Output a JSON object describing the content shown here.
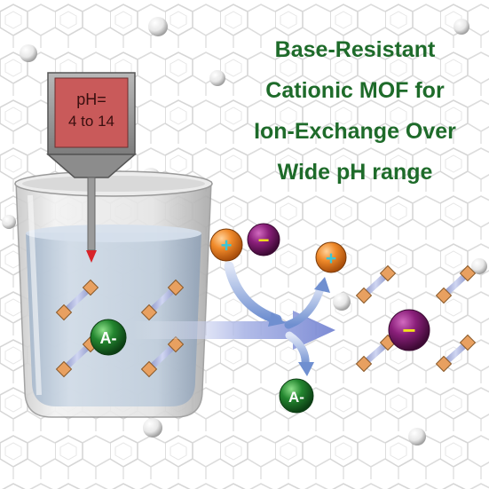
{
  "title": {
    "line1": "Base-Resistant",
    "line2": "Cationic MOF for",
    "line3": "Ion-Exchange Over",
    "line4": "Wide pH range"
  },
  "probe": {
    "line1": "pH=",
    "line2": "4 to 14"
  },
  "anion_label": "A-",
  "anion_out_label": "A-",
  "cation_symbol": "+",
  "anion_symbol": "−",
  "colors": {
    "title_green": "#1e6b2a",
    "cation_orange": "#e8791e",
    "cation_symbol_cyan": "#39c6d8",
    "anion_purple": "#7c1f6b",
    "anion_symbol_yellow": "#f2e21a",
    "anion_green": "#1f7a2b",
    "probe_red": "#c95a5a",
    "cage_blue": "#a9b2e3",
    "arrow_blue": "#7f8fd6"
  }
}
